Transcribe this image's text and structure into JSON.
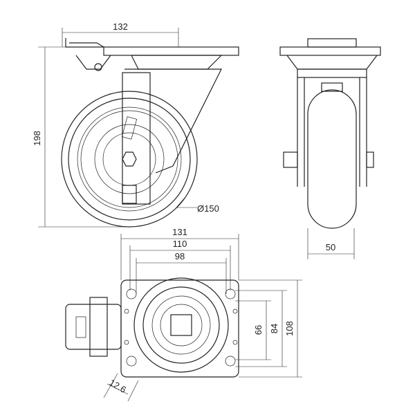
{
  "drawing": {
    "title": "Swivel castor with brake - technical drawing",
    "dimensions": {
      "plate_length": "132",
      "overall_height": "198",
      "wheel_diameter": "Ø150",
      "wheel_width": "50",
      "plate_width": "131",
      "hole_spacing_outer": "110",
      "hole_spacing_inner": "98",
      "hole_spacing_short": "66",
      "hole_spacing_mid": "84",
      "plate_depth": "108",
      "bolt_hole": "12.6"
    }
  }
}
